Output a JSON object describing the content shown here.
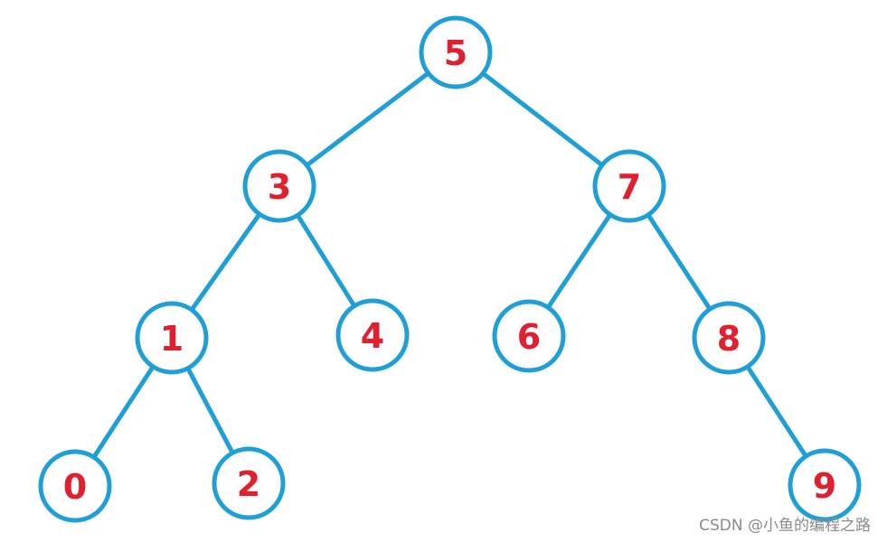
{
  "colors": {
    "edge": "#1e9fd8",
    "node_border": "#1e9fd8",
    "node_fill": "#ffffff",
    "label": "#e0202e",
    "watermark": "#8a8a8a"
  },
  "tree": {
    "nodes": [
      {
        "id": "n5",
        "label": "5"
      },
      {
        "id": "n3",
        "label": "3"
      },
      {
        "id": "n7",
        "label": "7"
      },
      {
        "id": "n1",
        "label": "1"
      },
      {
        "id": "n4",
        "label": "4"
      },
      {
        "id": "n6",
        "label": "6"
      },
      {
        "id": "n8",
        "label": "8"
      },
      {
        "id": "n0",
        "label": "0"
      },
      {
        "id": "n2",
        "label": "2"
      },
      {
        "id": "n9",
        "label": "9"
      }
    ],
    "edges": [
      {
        "from": "n5",
        "to": "n3"
      },
      {
        "from": "n5",
        "to": "n7"
      },
      {
        "from": "n3",
        "to": "n1"
      },
      {
        "from": "n3",
        "to": "n4"
      },
      {
        "from": "n7",
        "to": "n6"
      },
      {
        "from": "n7",
        "to": "n8"
      },
      {
        "from": "n1",
        "to": "n0"
      },
      {
        "from": "n1",
        "to": "n2"
      },
      {
        "from": "n8",
        "to": "n9"
      }
    ]
  },
  "watermark": {
    "text": "CSDN @小鱼的编程之路"
  }
}
